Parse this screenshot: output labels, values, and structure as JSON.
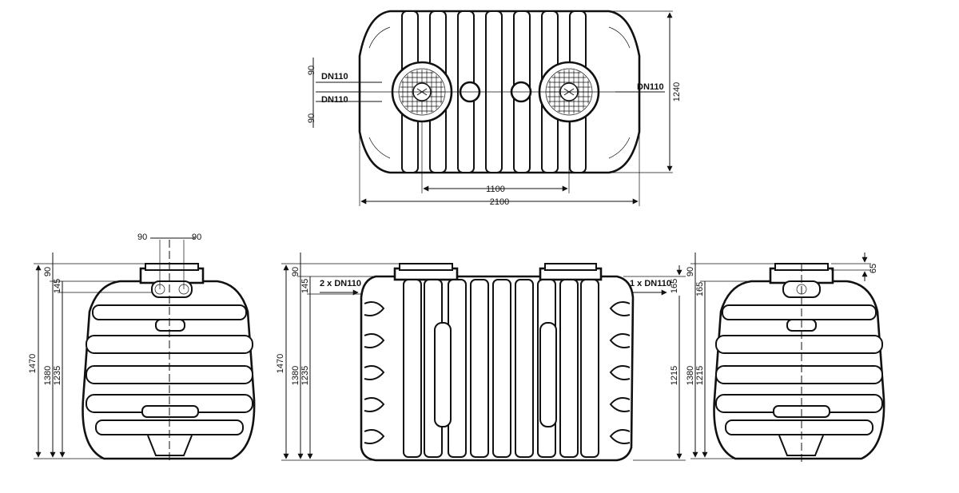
{
  "top_view": {
    "dn110_left_upper": "DN110",
    "dn110_left_lower": "DN110",
    "dn110_right": "DN110",
    "dim_90_upper": "90",
    "dim_90_lower": "90",
    "dim_1240": "1240",
    "dim_1100": "1100",
    "dim_2100": "2100"
  },
  "left_end_view": {
    "dim_90_left": "90",
    "dim_90_right": "90",
    "dim_90_vert": "90",
    "dim_145": "145",
    "dim_1470": "1470",
    "dim_1380": "1380",
    "dim_1235": "1235"
  },
  "side_view": {
    "dim_90": "90",
    "dim_145": "145",
    "dim_1470": "1470",
    "dim_1380": "1380",
    "dim_1235": "1235",
    "dim_165": "165",
    "dim_1215": "1215",
    "inlet_label": "2 x DN110",
    "outlet_label": "1 x DN110"
  },
  "right_end_view": {
    "dim_90": "90",
    "dim_165": "165",
    "dim_1380": "1380",
    "dim_1215": "1215",
    "dim_65": "65"
  }
}
